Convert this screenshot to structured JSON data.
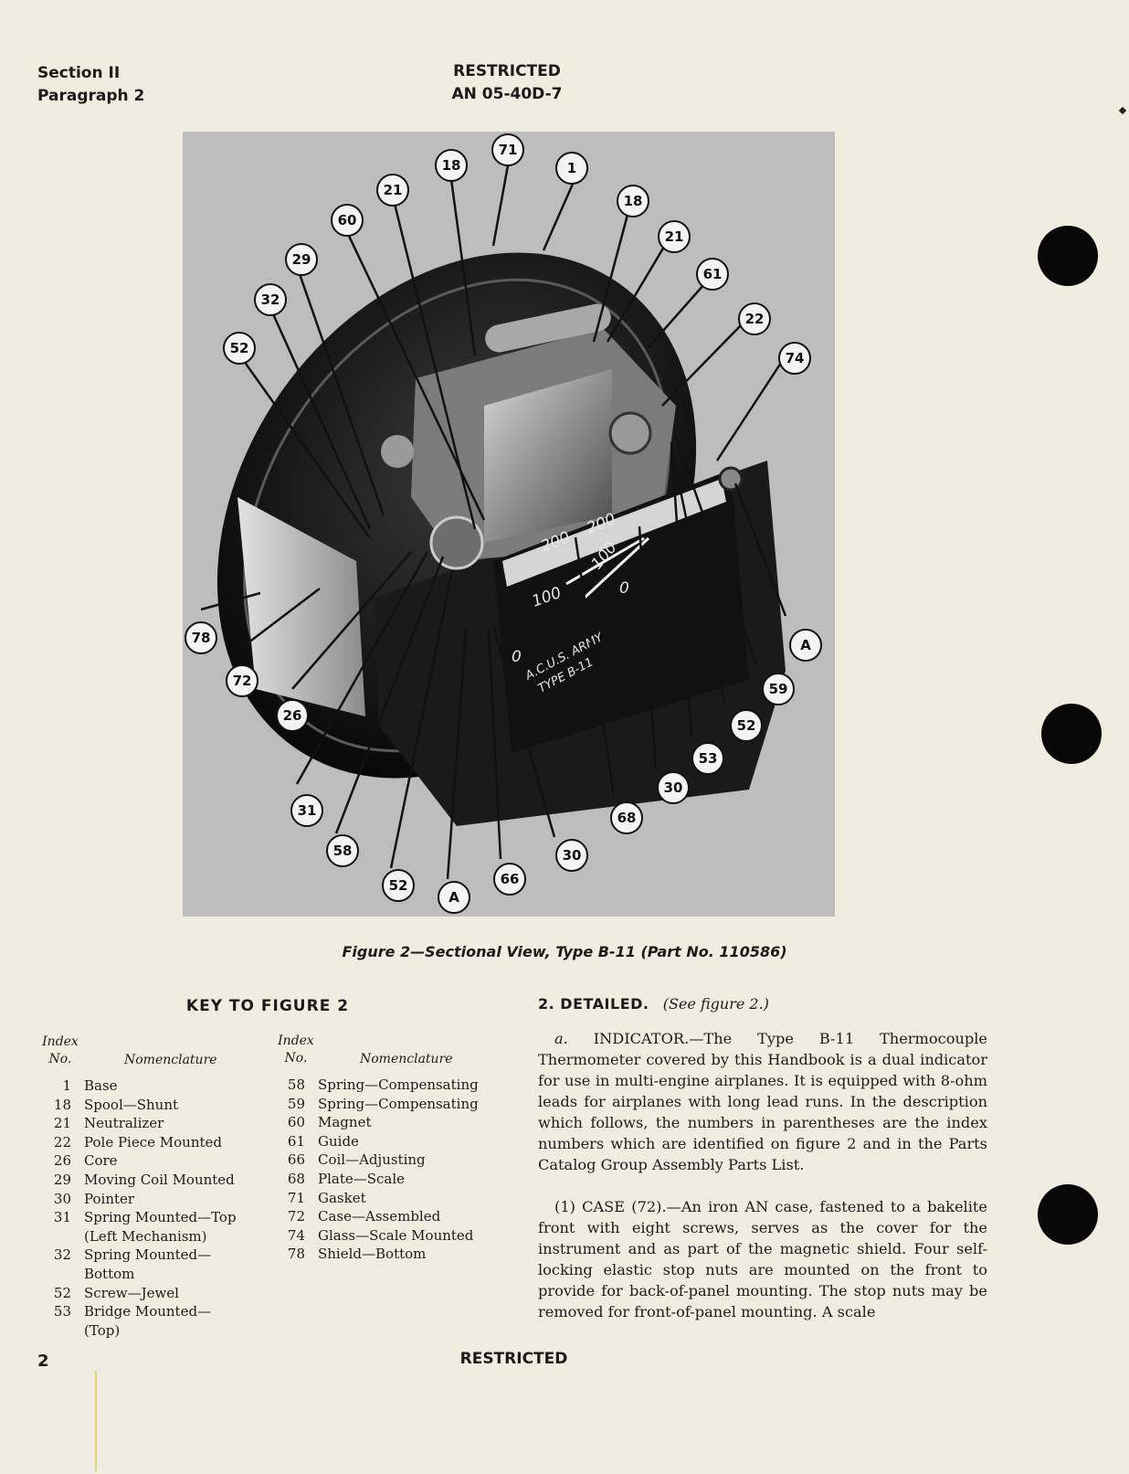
{
  "header": {
    "section": "Section II",
    "paragraph": "Paragraph 2",
    "classification": "RESTRICTED",
    "document_number": "AN 05-40D-7"
  },
  "figure": {
    "caption": "Figure 2—Sectional View, Type B-11 (Part No. 110586)",
    "callouts": [
      "71",
      "18",
      "1",
      "21",
      "60",
      "18",
      "21",
      "61",
      "29",
      "22",
      "32",
      "74",
      "52",
      "78",
      "A",
      "72",
      "59",
      "26",
      "52",
      "53",
      "30",
      "31",
      "68",
      "58",
      "30",
      "66",
      "52",
      "A"
    ],
    "instrument_markings": {
      "scale_left_top": "200",
      "scale_right_top": "200",
      "scale_left_mid": "100",
      "scale_right_mid": "100",
      "scale_left_zero": "0",
      "scale_right_zero": "0",
      "maker_line1": "A.C.U.S. ARMY",
      "maker_line2": "TYPE B-11"
    }
  },
  "key": {
    "title": "KEY TO FIGURE 2",
    "col_index_line1": "Index",
    "col_index_line2": "No.",
    "col_name": "Nomenclature",
    "left": [
      {
        "no": "1",
        "name": "Base"
      },
      {
        "no": "18",
        "name": "Spool—Shunt"
      },
      {
        "no": "21",
        "name": "Neutralizer"
      },
      {
        "no": "22",
        "name": "Pole Piece Mounted"
      },
      {
        "no": "26",
        "name": "Core"
      },
      {
        "no": "29",
        "name": "Moving Coil Mounted"
      },
      {
        "no": "30",
        "name": "Pointer"
      },
      {
        "no": "31",
        "name": "Spring Mounted—Top\n    (Left Mechanism)"
      },
      {
        "no": "32",
        "name": "Spring Mounted—\n    Bottom"
      },
      {
        "no": "52",
        "name": "Screw—Jewel"
      },
      {
        "no": "53",
        "name": "Bridge Mounted—\n    (Top)"
      }
    ],
    "right": [
      {
        "no": "58",
        "name": "Spring—Compensating"
      },
      {
        "no": "59",
        "name": "Spring—Compensating"
      },
      {
        "no": "60",
        "name": "Magnet"
      },
      {
        "no": "61",
        "name": "Guide"
      },
      {
        "no": "66",
        "name": "Coil—Adjusting"
      },
      {
        "no": "68",
        "name": "Plate—Scale"
      },
      {
        "no": "71",
        "name": "Gasket"
      },
      {
        "no": "72",
        "name": "Case—Assembled"
      },
      {
        "no": "74",
        "name": "Glass—Scale Mounted"
      },
      {
        "no": "78",
        "name": "Shield—Bottom"
      }
    ]
  },
  "detail": {
    "heading": "2. DETAILED.",
    "heading_ref": "(See figure 2.)",
    "para_a_label": "a.",
    "para_a": "INDICATOR.—The Type B-11 Thermocouple Thermometer covered by this Handbook is a dual indicator for use in multi-engine airplanes. It is equipped with 8-ohm leads for airplanes with long lead runs. In the description which follows, the numbers in parentheses are the index numbers which are identified on figure 2 and in the Parts Catalog Group Assembly Parts List.",
    "para_1": "(1) CASE (72).—An iron AN case, fastened to a bakelite front with eight screws, serves as the cover for the instrument and as part of the magnetic shield. Four self-locking elastic stop nuts are mounted on the front to provide for back-of-panel mounting. The stop nuts may be removed for front-of-panel mounting. A scale"
  },
  "footer": {
    "page": "2",
    "classification": "RESTRICTED"
  }
}
